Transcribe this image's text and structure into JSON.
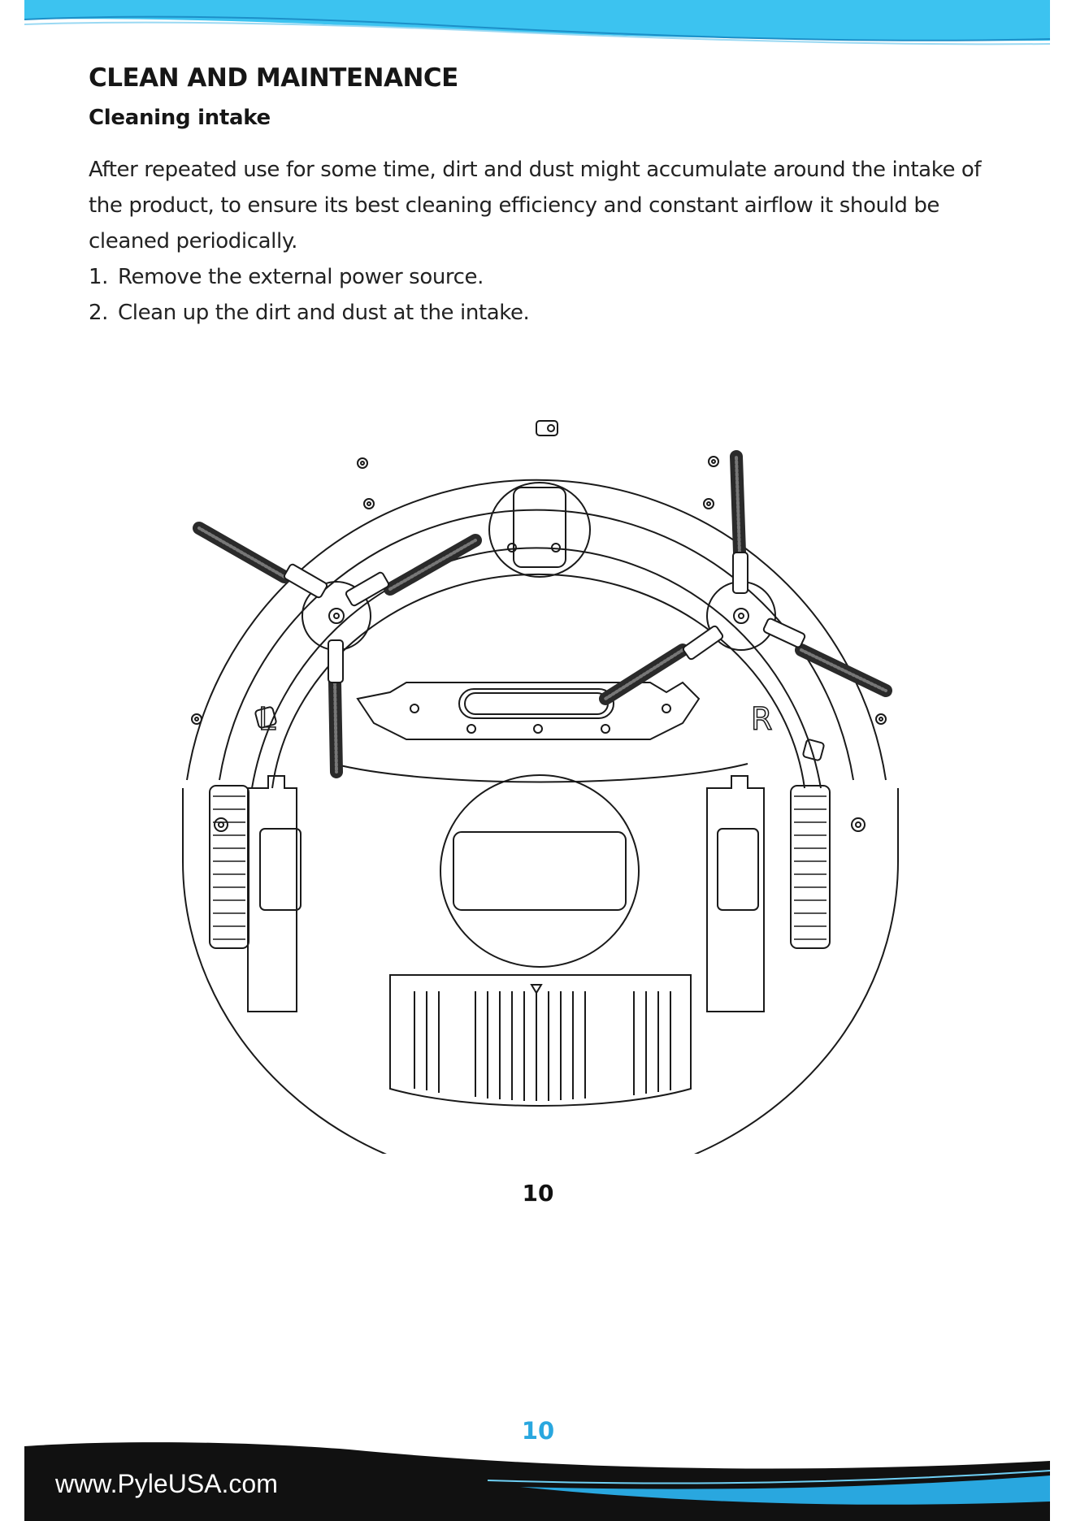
{
  "header": {
    "title": "CLEAN AND MAINTENANCE",
    "subtitle": "Cleaning intake"
  },
  "content": {
    "paragraph": "After repeated use for some time, dirt and dust might accumulate around the intake of the product, to ensure its best cleaning efficiency and constant airflow it should be cleaned periodically.",
    "steps": [
      {
        "number": "1.",
        "text": "Remove the external power source."
      },
      {
        "number": "2.",
        "text": "Clean up the dirt and dust at the intake."
      }
    ]
  },
  "diagram": {
    "left_label": "L",
    "right_label": "R"
  },
  "page": {
    "inner_number": "10",
    "footer_number": "10"
  },
  "footer": {
    "url": "www.PyleUSA.com"
  },
  "colors": {
    "accent_blue": "#29a7df",
    "footer_black": "#111111"
  }
}
